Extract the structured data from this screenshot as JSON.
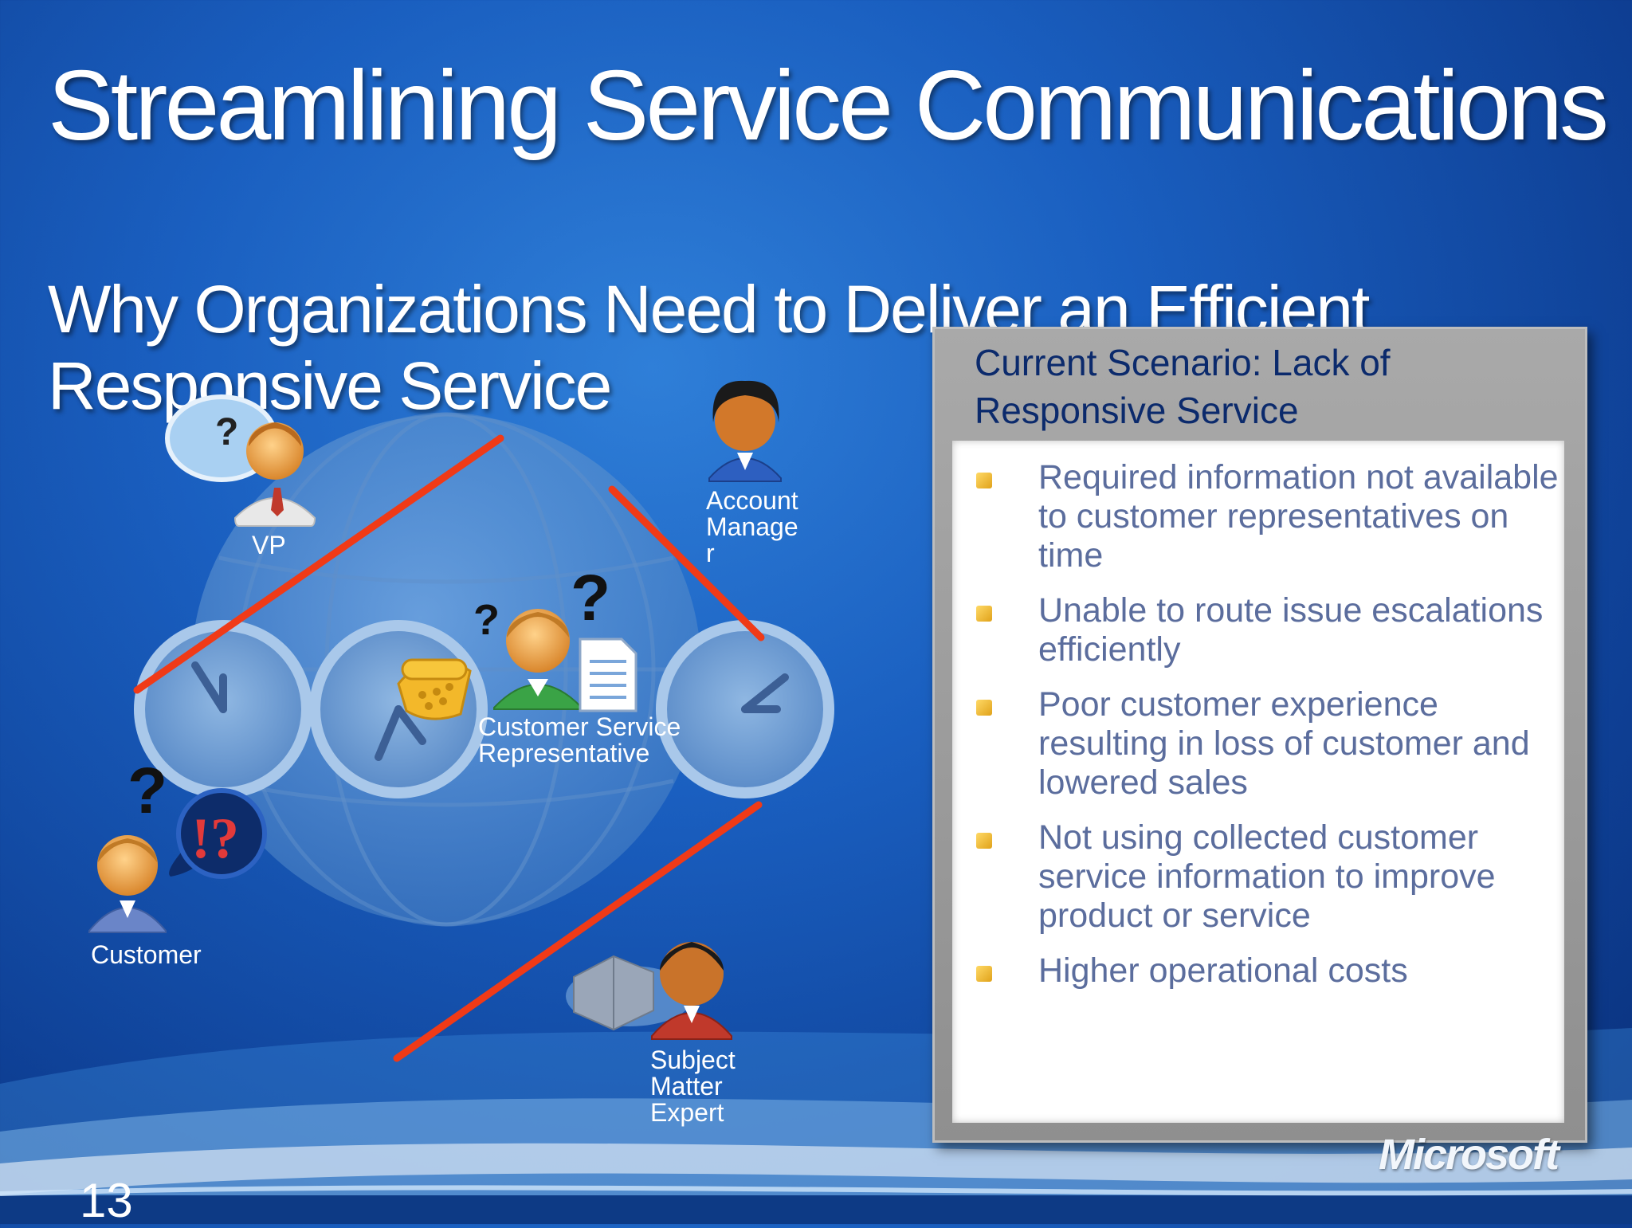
{
  "slide": {
    "title": "Streamlining Service Communications",
    "subtitle": "Why Organizations Need to Deliver an Efficient Responsive Service",
    "page_number": "13",
    "brand": "Microsoft"
  },
  "diagram": {
    "roles": {
      "vp": "VP",
      "account_manager": "Account\nManage\nr",
      "csr": "Customer Service\nRepresentative",
      "customer": "Customer",
      "sme": "Subject\nMatter\nExpert"
    },
    "connector_color": "#f03a17"
  },
  "panel": {
    "title": "Current Scenario: Lack of Responsive Service",
    "bullets": [
      "Required information not available to customer representatives on time",
      "Unable to route issue escalations efficiently",
      "Poor customer experience resulting in loss of customer and lowered sales",
      "Not using collected customer service information to improve product or service",
      "Higher operational costs"
    ]
  },
  "icons": {
    "vp": "vp-person-icon",
    "account_manager": "account-manager-person-icon",
    "csr": "csr-person-icon",
    "customer": "customer-person-icon",
    "sme": "sme-person-icon",
    "phone": "telephone-icon",
    "document": "document-icon",
    "building": "building-icon",
    "question": "question-mark-icon",
    "alert": "alert-bubble-icon",
    "clock": "clock-icon",
    "globe": "globe-icon"
  }
}
